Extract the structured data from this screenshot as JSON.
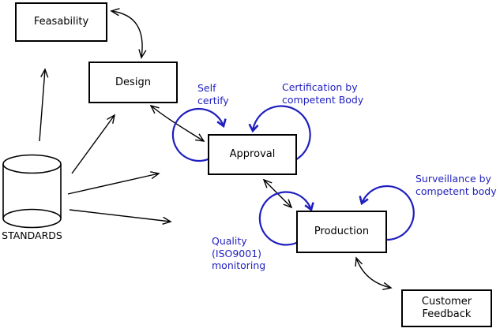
{
  "diagram": {
    "colors": {
      "ink": "#000000",
      "accent": "#1f1fbf",
      "background": "#ffffff"
    },
    "nodes": {
      "feasability": {
        "label": "Feasability"
      },
      "design": {
        "label": "Design"
      },
      "approval": {
        "label": "Approval"
      },
      "production": {
        "label": "Production"
      },
      "customer_feedback": {
        "label": "Customer Feedback"
      },
      "standards": {
        "label": "STANDARDS",
        "shape": "cylinder"
      }
    },
    "annotations": {
      "self_certify": {
        "lines": [
          "Self",
          "certify"
        ]
      },
      "certification": {
        "lines": [
          "Certification by",
          "competent Body"
        ]
      },
      "surveillance": {
        "lines": [
          "Surveillance by",
          "competent body"
        ]
      },
      "quality": {
        "lines": [
          "Quality",
          "(ISO9001)",
          "monitoring"
        ]
      }
    },
    "edges": [
      {
        "from": "feasability",
        "to": "design",
        "bidirectional": true
      },
      {
        "from": "design",
        "to": "approval",
        "bidirectional": true
      },
      {
        "from": "approval",
        "to": "production",
        "bidirectional": true
      },
      {
        "from": "production",
        "to": "customer_feedback",
        "bidirectional": true
      },
      {
        "from": "standards",
        "to": "feasability"
      },
      {
        "from": "standards",
        "to": "design"
      },
      {
        "from": "standards",
        "to": "approval"
      },
      {
        "from": "standards",
        "to": "production"
      },
      {
        "from": "approval",
        "to": "approval",
        "label": "Self certify"
      },
      {
        "from": "approval",
        "to": "approval",
        "label": "Certification by competent Body"
      },
      {
        "from": "production",
        "to": "production",
        "label": "Quality (ISO9001) monitoring"
      },
      {
        "from": "production",
        "to": "production",
        "label": "Surveillance by competent body"
      }
    ]
  }
}
